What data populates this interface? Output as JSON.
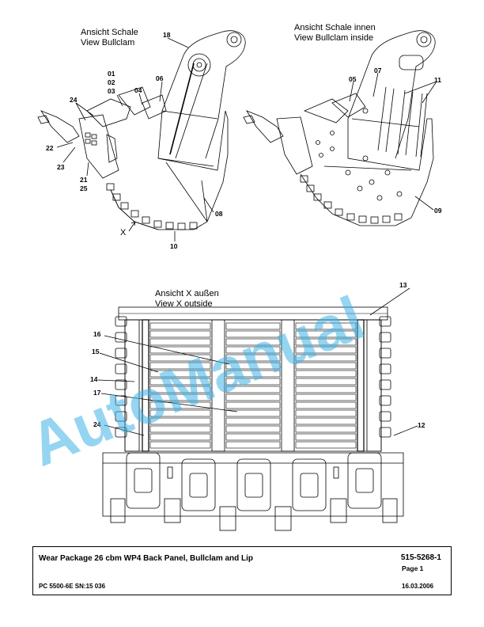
{
  "views": {
    "bullclam": {
      "de": "Ansicht Schale",
      "en": "View Bullclam"
    },
    "bullclam_inside": {
      "de": "Ansicht Schale innen",
      "en": "View Bullclam inside"
    },
    "x_outside": {
      "de": "Ansicht X außen",
      "en": "View X outside"
    },
    "arrow_x": "X"
  },
  "callouts": {
    "c01": "01",
    "c02": "02",
    "c03": "03",
    "c04": "04",
    "c05": "05",
    "c06": "06",
    "c07": "07",
    "c08": "08",
    "c09": "09",
    "c10": "10",
    "c11": "11",
    "c12": "12",
    "c13": "13",
    "c14": "14",
    "c15": "15",
    "c16": "16",
    "c17": "17",
    "c18": "18",
    "c21": "21",
    "c22": "22",
    "c23": "23",
    "c24": "24",
    "c25": "25",
    "c24b": "24"
  },
  "watermark": "AutoManual",
  "titleblock": {
    "title": "Wear Package 26 cbm WP4 Back Panel, Bullclam and Lip",
    "doc_number": "515-5268-1",
    "page": "Page 1",
    "model": "PC 5500-6E SN:15 036",
    "date": "16.03.2006"
  }
}
